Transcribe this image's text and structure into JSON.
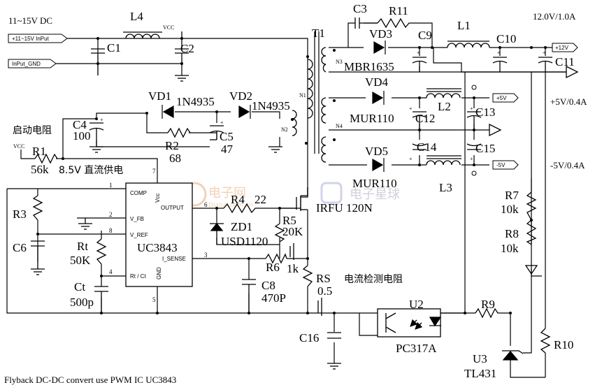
{
  "input": {
    "supply_range": "11~15V DC",
    "input_pos_tag": "+11~15V InPut",
    "input_gnd_tag": "InPut_GND",
    "vcc_label": "VCC",
    "vcc_label_2": "VCC"
  },
  "outputs": {
    "main_rating": "12.0V/1.0A",
    "pos5_rating": "+5V/0.4A",
    "neg5_rating": "-5V/0.4A",
    "tag_12v": "+12V",
    "tag_pos5": "+5V",
    "tag_neg5": "-5V"
  },
  "annotations": {
    "startup_resistor": "启动电阻",
    "dc_supply": "8.5V 直流供电",
    "current_sense": "电流检测电阻",
    "caption": "Flyback DC-DC convert use PWM IC UC3843"
  },
  "transformer": {
    "name": "T1",
    "n1": "N1",
    "n2": "N2",
    "n3": "N3",
    "n4": "N4"
  },
  "controller": {
    "name": "UC3843",
    "pins": {
      "comp": "COMP",
      "vcc": "Vcc",
      "output": "OUTPUT",
      "vfb": "V_FB",
      "vref": "V_REF",
      "isense": "I_SENSE",
      "rtct": "Rt / Ct",
      "gnd": "GND"
    },
    "pin_numbers": [
      "1",
      "2",
      "8",
      "4",
      "7",
      "6",
      "3",
      "5"
    ]
  },
  "components": {
    "L4": "L4",
    "C1": "C1",
    "C2": "C2",
    "VD1": "VD1",
    "VD1_part": "1N4935",
    "VD2": "VD2",
    "VD2_part": "1N4935",
    "C4": "C4",
    "C4_val": "100",
    "C5": "C5",
    "C5_val": "47",
    "R2": "R2",
    "R2_val": "68",
    "R1": "R1",
    "R1_val": "56k",
    "C3": "C3",
    "R11": "R11",
    "VD3": "VD3",
    "VD3_part": "MBR1635",
    "C9": "C9",
    "L1": "L1",
    "C10": "C10",
    "C11": "C11",
    "VD4": "VD4",
    "VD4_part": "MUR110",
    "C12": "C12",
    "L2": "L2",
    "C13": "C13",
    "VD5": "VD5",
    "VD5_part": "MUR110",
    "C14": "C14",
    "C15": "C15",
    "L3": "L3",
    "R3": "R3",
    "C6": "C6",
    "Rt": "Rt",
    "Rt_val": "50K",
    "Ct": "Ct",
    "Ct_val": "500p",
    "R4": "R4",
    "R4_val": "22",
    "ZD1": "ZD1",
    "ZD1_part": "USD1120",
    "R5": "R5",
    "R5_val": "20K",
    "R6": "R6",
    "R6_val": "1k",
    "C8": "C8",
    "C8_val": "470P",
    "RS": "RS",
    "RS_val": "0.5",
    "Q1_part": "IRFU 120N",
    "C16": "C16",
    "U2": "U2",
    "U2_part": "PC317A",
    "R9": "R9",
    "U3": "U3",
    "U3_part": "TL431",
    "R7": "R7",
    "R7_val": "10k",
    "R8": "R8",
    "R8_val": "10k",
    "R10": "R10"
  },
  "watermark": {
    "brand_1": "电子网",
    "brand_2": "Dianzi.com.cn",
    "brand_3": "电子星球"
  }
}
